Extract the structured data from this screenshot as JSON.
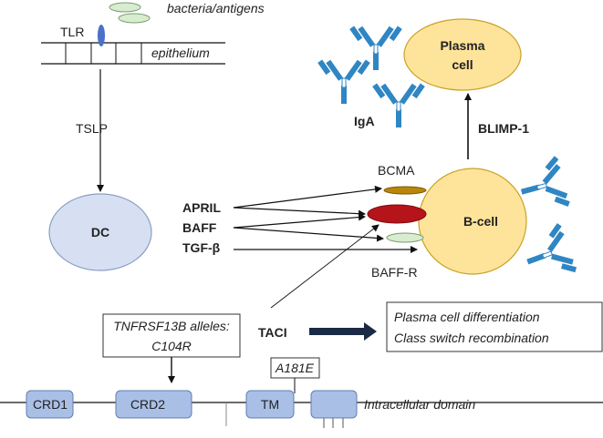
{
  "labels": {
    "bacteria": "bacteria/antigens",
    "tlr": "TLR",
    "epithelium": "epithelium",
    "tslp": "TSLP",
    "dc": "DC",
    "plasma_line1": "Plasma",
    "plasma_line2": "cell",
    "iga": "IgA",
    "blimp": "BLIMP-1",
    "bcma": "BCMA",
    "april": "APRIL",
    "baff": "BAFF",
    "tgf": "TGF-β",
    "bcell": "B-cell",
    "baffr": "BAFF-R",
    "taci": "TACI",
    "alleles_line1": "TNFRSF13B alleles:",
    "alleles_line2": "C104R",
    "outcome_line1": "Plasma cell differentiation",
    "outcome_line2": "Class switch recombination",
    "a181e": "A181E",
    "crd1": "CRD1",
    "crd2": "CRD2",
    "tm": "TM",
    "intracellular": "Intracellular domain"
  },
  "colors": {
    "cell_fill": "#fde49a",
    "cell_stroke": "#c9a227",
    "dc_fill": "#d6e0f2",
    "dc_stroke": "#8a9ec4",
    "domain_fill": "#a9bfe6",
    "domain_stroke": "#5f7fb5",
    "antibody": "#2f86c3",
    "bcma_receptor": "#b8860b",
    "taci_receptor": "#b5141a",
    "baffr_receptor": "#d8ecd0",
    "tlr_receptor": "#4a72c8",
    "dark_arrow": "#1b2a44"
  }
}
